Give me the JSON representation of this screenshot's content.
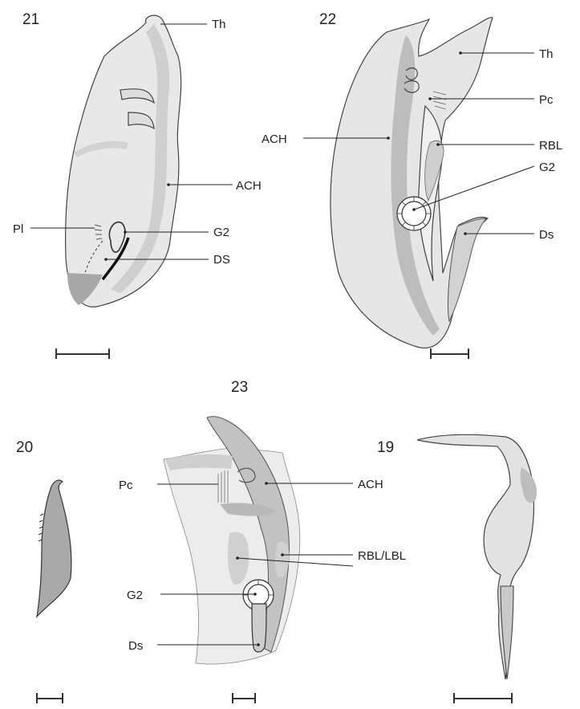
{
  "figures": [
    {
      "number": "21",
      "labels": [
        "Th",
        "ACH",
        "Pl",
        "G2",
        "DS"
      ]
    },
    {
      "number": "22",
      "labels": [
        "Th",
        "Pc",
        "ACH",
        "RBL",
        "G2",
        "Ds"
      ]
    },
    {
      "number": "23",
      "labels": [
        "Pc",
        "ACH",
        "RBL/LBL",
        "G2",
        "Ds"
      ]
    },
    {
      "number": "20",
      "labels": []
    },
    {
      "number": "19",
      "labels": []
    }
  ],
  "colors": {
    "light_fill": "#e6e6e6",
    "mid_fill": "#c9c9c9",
    "dark_fill": "#a6a6a6",
    "outline": "#444444"
  }
}
